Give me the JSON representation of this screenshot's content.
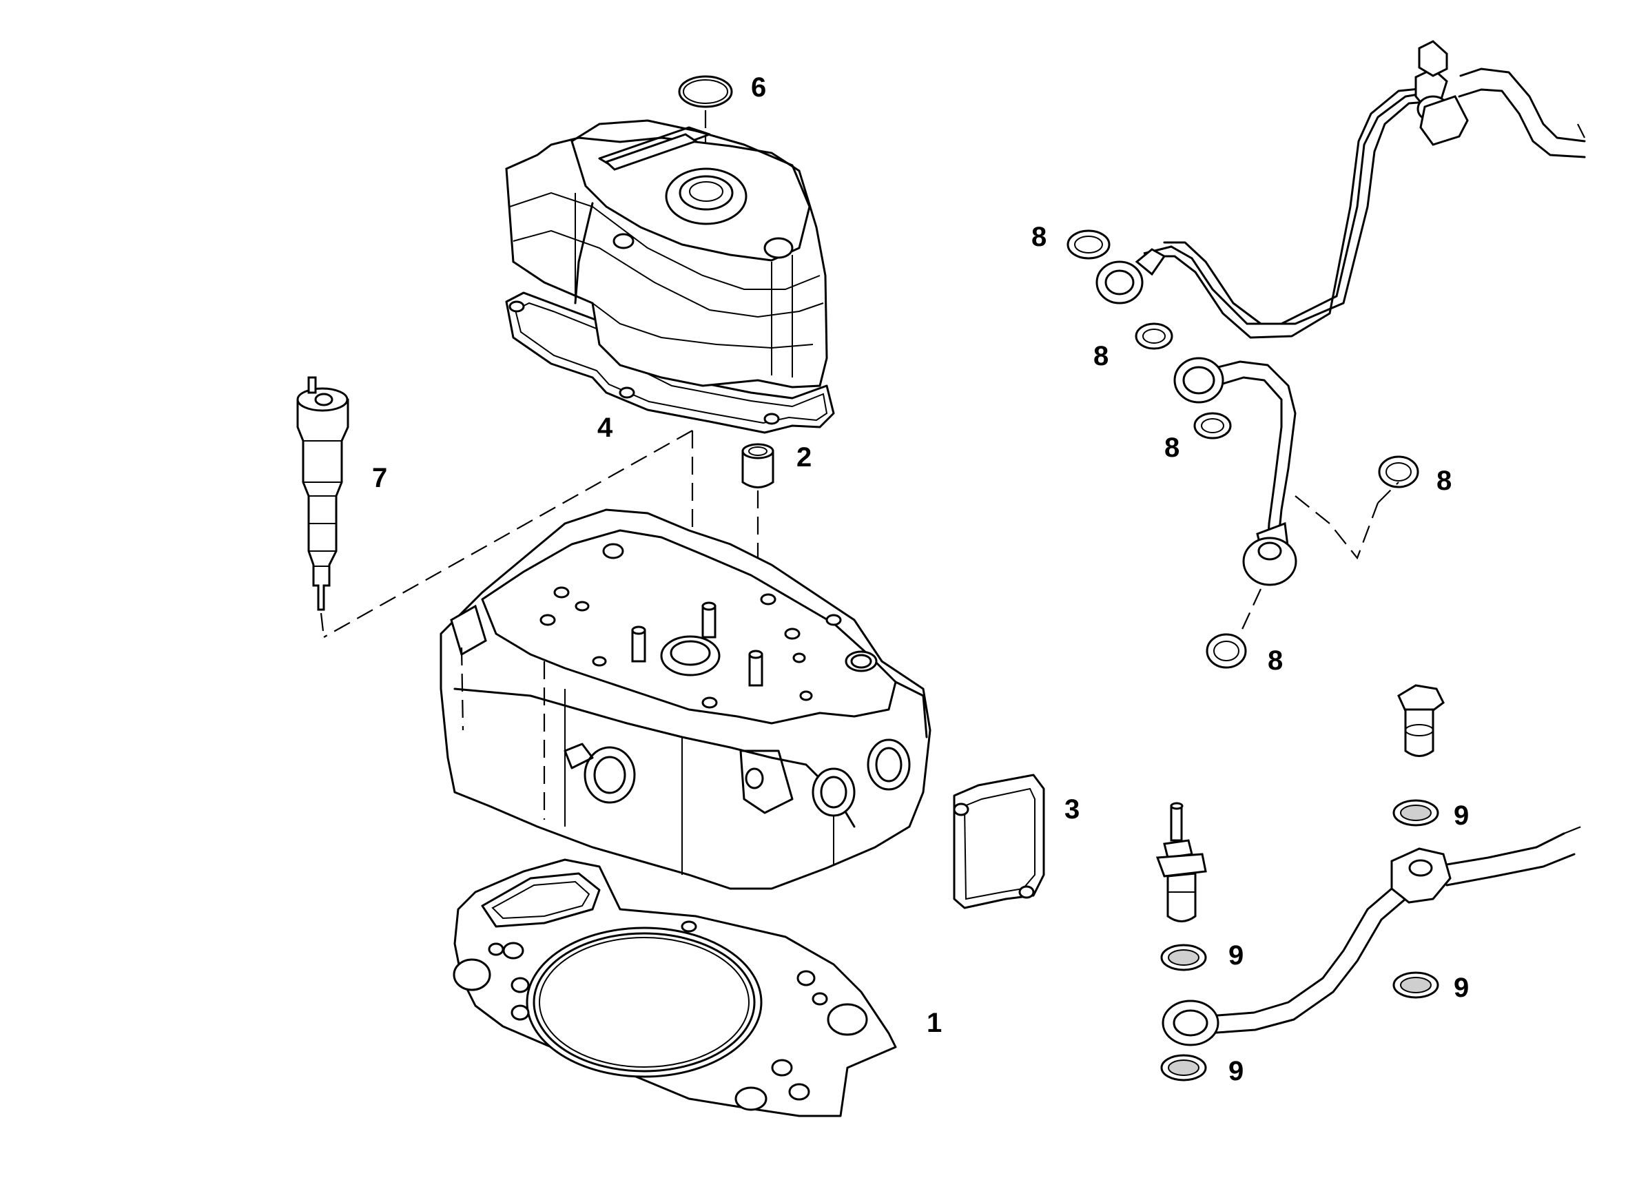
{
  "callouts": {
    "c1": "1",
    "c2": "2",
    "c3": "3",
    "c4": "4",
    "c6": "6",
    "c7": "7",
    "c8a": "8",
    "c8b": "8",
    "c8c": "8",
    "c8d": "8",
    "c8e": "8",
    "c9a": "9",
    "c9b": "9",
    "c9c": "9",
    "c9d": "9"
  }
}
